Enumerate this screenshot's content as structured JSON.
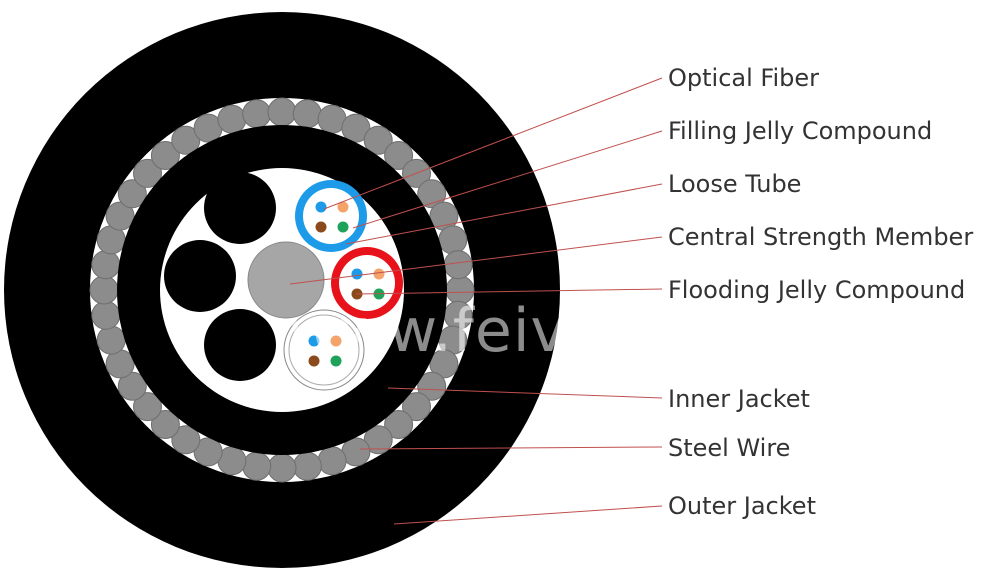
{
  "labels": [
    {
      "id": "optical-fiber",
      "text": "Optical Fiber"
    },
    {
      "id": "filling-jelly-compound",
      "text": "Filling Jelly Compound"
    },
    {
      "id": "loose-tube",
      "text": "Loose Tube"
    },
    {
      "id": "central-strength-member",
      "text": "Central Strength Member"
    },
    {
      "id": "flooding-jelly-compound",
      "text": "Flooding Jelly Compound"
    },
    {
      "id": "inner-jacket",
      "text": "Inner Jacket"
    },
    {
      "id": "steel-wire",
      "text": "Steel Wire"
    },
    {
      "id": "outer-jacket",
      "text": "Outer Jacket"
    }
  ],
  "watermark": "www.feivot.com",
  "colors": {
    "jacket": "#000000",
    "steel_wire": "#8c8c8c",
    "strength_member": "#a6a6a6",
    "loose_tube_blue": "#1e9be8",
    "loose_tube_red": "#e8121a",
    "loose_tube_white": "#ffffff",
    "leader_line": "#c0504d",
    "fiber_blue": "#1e9be8",
    "fiber_orange": "#f4a46a",
    "fiber_brown": "#8b4a1c",
    "fiber_green": "#1fa35a"
  }
}
